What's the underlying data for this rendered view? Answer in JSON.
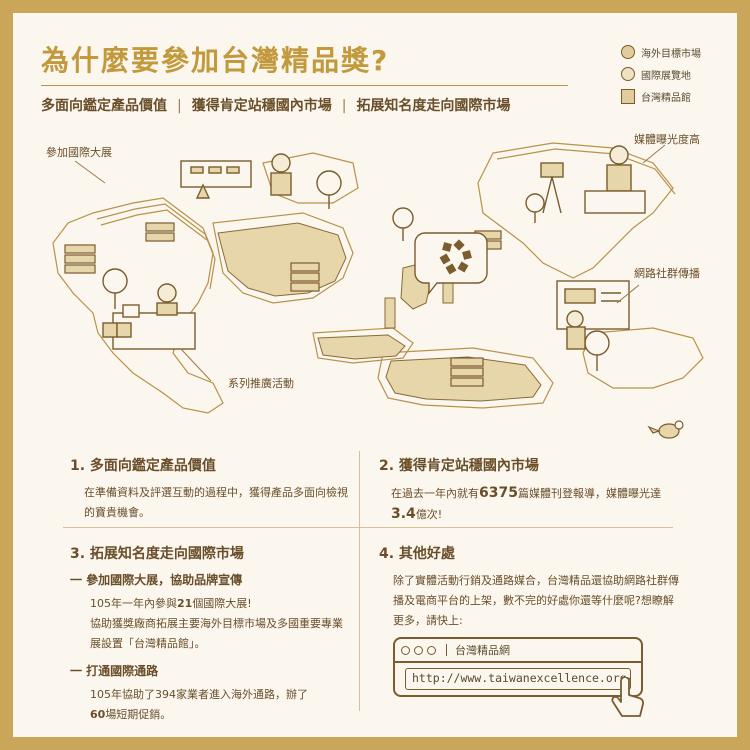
{
  "header": {
    "title": "為什麼要參加台灣精品獎?",
    "subtitle": [
      "多面向鑑定產品價值",
      "獲得肯定站穩國內市場",
      "拓展知名度走向國際市場"
    ],
    "subtitle_separator": "|"
  },
  "legend": {
    "items": [
      {
        "label": "海外目標市場",
        "icon": "circle-filled"
      },
      {
        "label": "國際展覽地",
        "icon": "circle-light"
      },
      {
        "label": "台灣精品館",
        "icon": "stack"
      }
    ]
  },
  "map": {
    "callouts": {
      "exhibition": "參加國際大展",
      "media": "媒體曝光度高",
      "social": "網路社群傳播",
      "events": "系列推廣活動"
    }
  },
  "sections": {
    "s1": {
      "title": "1. 多面向鑑定產品價值",
      "body": "在準備資料及評選互動的過程中，獲得產品多面向檢視的寶貴機會。"
    },
    "s2": {
      "title": "2. 獲得肯定站穩國內市場",
      "body_pre": "在過去一年內就有",
      "body_num1": "6375",
      "body_mid": "篇媒體刊登報導，媒體曝光達",
      "body_num2": "3.4",
      "body_post": "億次!"
    },
    "s3": {
      "title": "3. 拓展知名度走向國際市場",
      "sub1_title": "一 參加國際大展，協助品牌宣傳",
      "sub1_pre": "105年一年內參與",
      "sub1_num": "21",
      "sub1_post": "個國際大展!",
      "sub1_line2": "協助獲獎廠商拓展主要海外目標市場及多國重要專業展設置「台灣精品館」。",
      "sub2_title": "一 打通國際通路",
      "sub2_pre": "105年協助了394家業者進入海外通路，辦了",
      "sub2_num": "60",
      "sub2_post": "場短期促銷。"
    },
    "s4": {
      "title": "4. 其他好處",
      "body": "除了實體活動行銷及通路媒合，台灣精品還協助網路社群傳播及電商平台的上架，數不完的好處你還等什麼呢?想瞭解更多，請快上:"
    }
  },
  "browser": {
    "tab_label": "台灣精品網",
    "url": "http://www.taiwanexcellence.org/"
  },
  "colors": {
    "gold": "#c29a3d",
    "frame": "#c9a65a",
    "background": "#fbf7ee",
    "text": "#6a4e2a",
    "land": "#e8d6ab",
    "line": "#7a5c2e"
  }
}
